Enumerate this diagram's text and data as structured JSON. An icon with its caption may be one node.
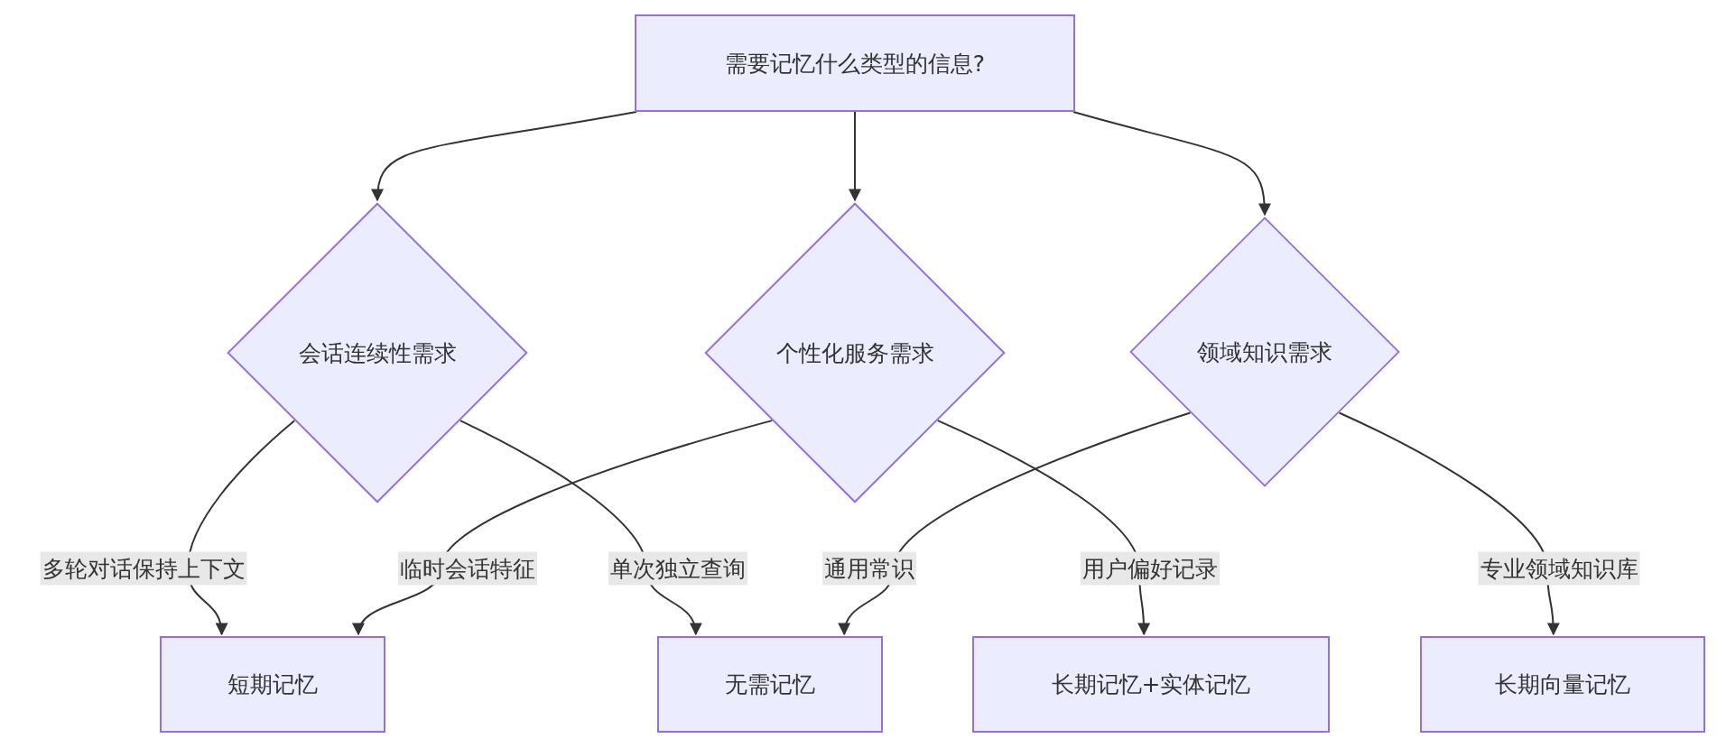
{
  "diagram": {
    "nodes": [
      {
        "text": [
          "需要记忆什么类型的信息?"
        ]
      },
      {
        "text": [
          "会话连续性需求"
        ]
      },
      {
        "text": [
          "个性化服务需求"
        ]
      },
      {
        "text": [
          "领域知识需求"
        ]
      },
      {
        "text": [
          "短期记忆"
        ]
      },
      {
        "text": [
          "无需记忆"
        ]
      },
      {
        "text": [
          "长期记忆+实体记忆"
        ]
      },
      {
        "text": [
          "长期向量记忆"
        ]
      }
    ],
    "edges": [
      {
        "from": 0,
        "to": 1,
        "arrow": "to"
      },
      {
        "from": 0,
        "to": 2,
        "arrow": "to"
      },
      {
        "from": 0,
        "to": 3,
        "arrow": "to"
      },
      {
        "from": 1,
        "to": 4,
        "arrow": "to",
        "label": "多轮对话保持上下文"
      },
      {
        "from": 1,
        "to": 5,
        "arrow": "to",
        "label": "单次独立查询"
      },
      {
        "from": 2,
        "to": 4,
        "arrow": "to",
        "label": "临时会话特征"
      },
      {
        "from": 2,
        "to": 6,
        "arrow": "to",
        "label": "用户偏好记录"
      },
      {
        "from": 3,
        "to": 5,
        "arrow": "to",
        "label": "通用常识"
      },
      {
        "from": 3,
        "to": 7,
        "arrow": "to",
        "label": "专业领域知识库"
      }
    ]
  }
}
